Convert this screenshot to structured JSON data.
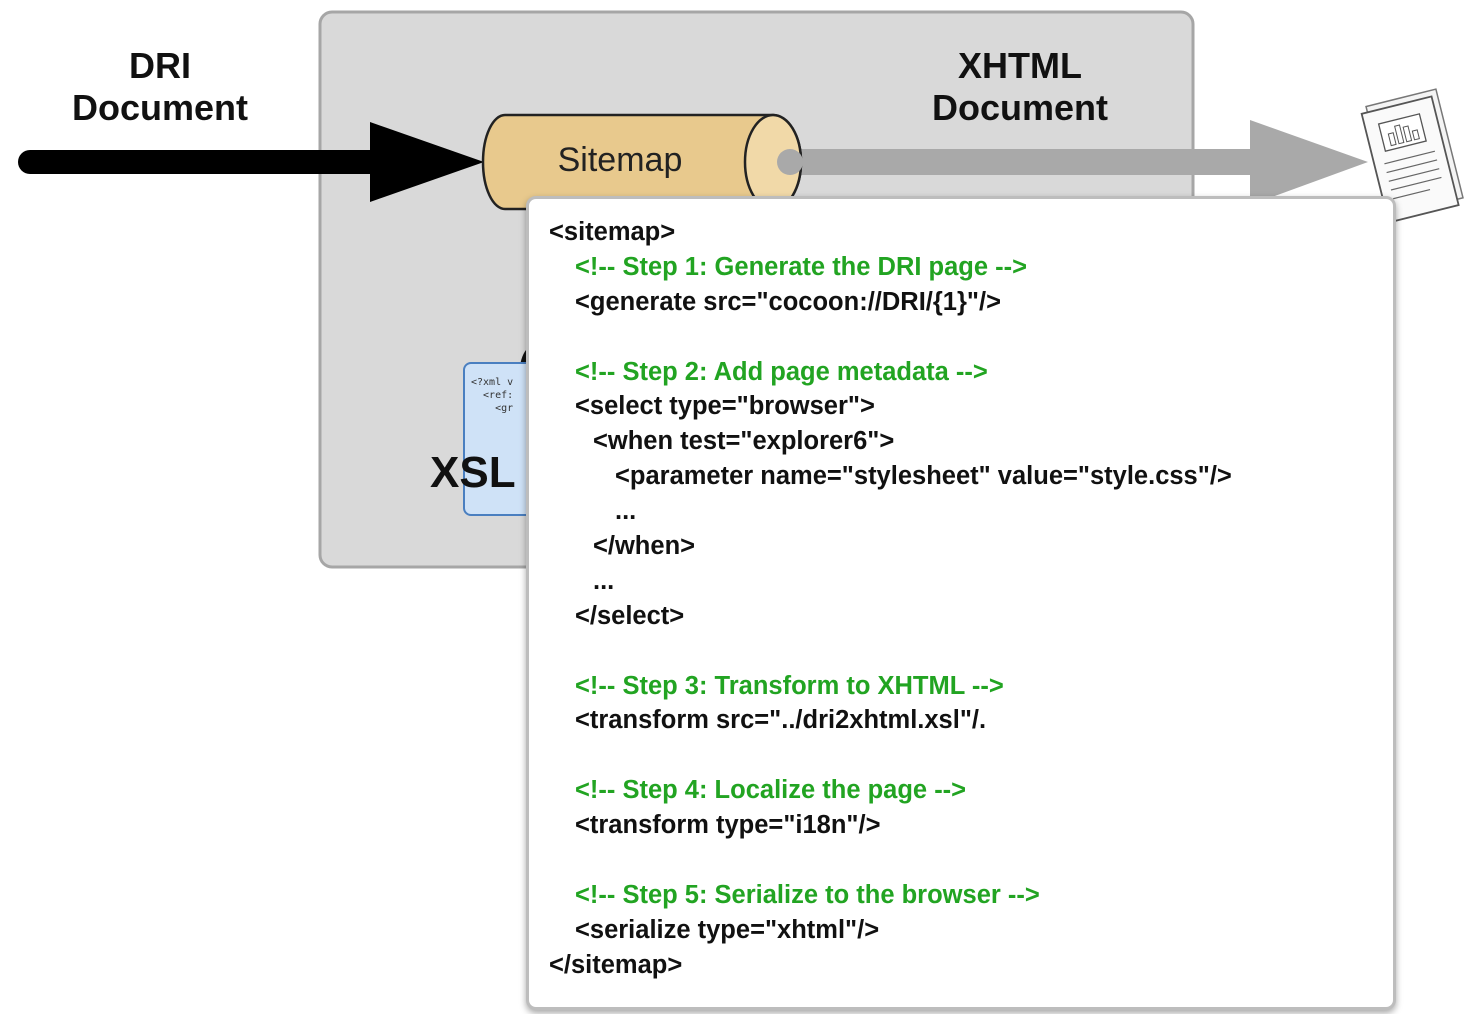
{
  "labels": {
    "input_document": [
      "DRI",
      "Document"
    ],
    "output_document": [
      "XHTML",
      "Document"
    ],
    "processor": "Sitemap",
    "stylesheet": "XSL"
  },
  "stylesheet_snippet": [
    "<?xml v",
    "  <ref:",
    "    <gr"
  ],
  "code_lines": [
    {
      "indent": 0,
      "kind": "code",
      "text": "<sitemap>"
    },
    {
      "indent": 1,
      "kind": "comment",
      "text": "<!-- Step 1: Generate the DRI page -->"
    },
    {
      "indent": 1,
      "kind": "code",
      "text": "<generate src=\"cocoon://DRI/{1}\"/>"
    },
    {
      "indent": 0,
      "kind": "blank",
      "text": ""
    },
    {
      "indent": 1,
      "kind": "comment",
      "text": "<!-- Step 2: Add page metadata -->"
    },
    {
      "indent": 1,
      "kind": "code",
      "text": "<select type=\"browser\">"
    },
    {
      "indent": 2,
      "kind": "code",
      "text": "<when test=\"explorer6\">"
    },
    {
      "indent": 3,
      "kind": "code",
      "text": "<parameter name=\"stylesheet\" value=\"style.css\"/>"
    },
    {
      "indent": 3,
      "kind": "code",
      "text": "..."
    },
    {
      "indent": 2,
      "kind": "code",
      "text": "</when>"
    },
    {
      "indent": 2,
      "kind": "code",
      "text": "..."
    },
    {
      "indent": 1,
      "kind": "code",
      "text": "</select>"
    },
    {
      "indent": 0,
      "kind": "blank",
      "text": ""
    },
    {
      "indent": 1,
      "kind": "comment",
      "text": "<!-- Step 3: Transform to XHTML -->"
    },
    {
      "indent": 1,
      "kind": "code",
      "text": "<transform src=\"../dri2xhtml.xsl\"/."
    },
    {
      "indent": 0,
      "kind": "blank",
      "text": ""
    },
    {
      "indent": 1,
      "kind": "comment",
      "text": "<!-- Step 4: Localize the page -->"
    },
    {
      "indent": 1,
      "kind": "code",
      "text": "<transform type=\"i18n\"/>"
    },
    {
      "indent": 0,
      "kind": "blank",
      "text": ""
    },
    {
      "indent": 1,
      "kind": "comment",
      "text": "<!-- Step 5: Serialize to the browser -->"
    },
    {
      "indent": 1,
      "kind": "code",
      "text": "<serialize type=\"xhtml\"/>"
    },
    {
      "indent": 0,
      "kind": "code",
      "text": "</sitemap>"
    }
  ],
  "colors": {
    "comment": "#22a422",
    "code": "#111111",
    "pipeline_box": "#d9d9d9",
    "input_arrow": "#000000",
    "output_arrow": "#a9a9a9",
    "cylinder": "#e8c98d",
    "stylesheet_card": "#cfe2f7"
  }
}
